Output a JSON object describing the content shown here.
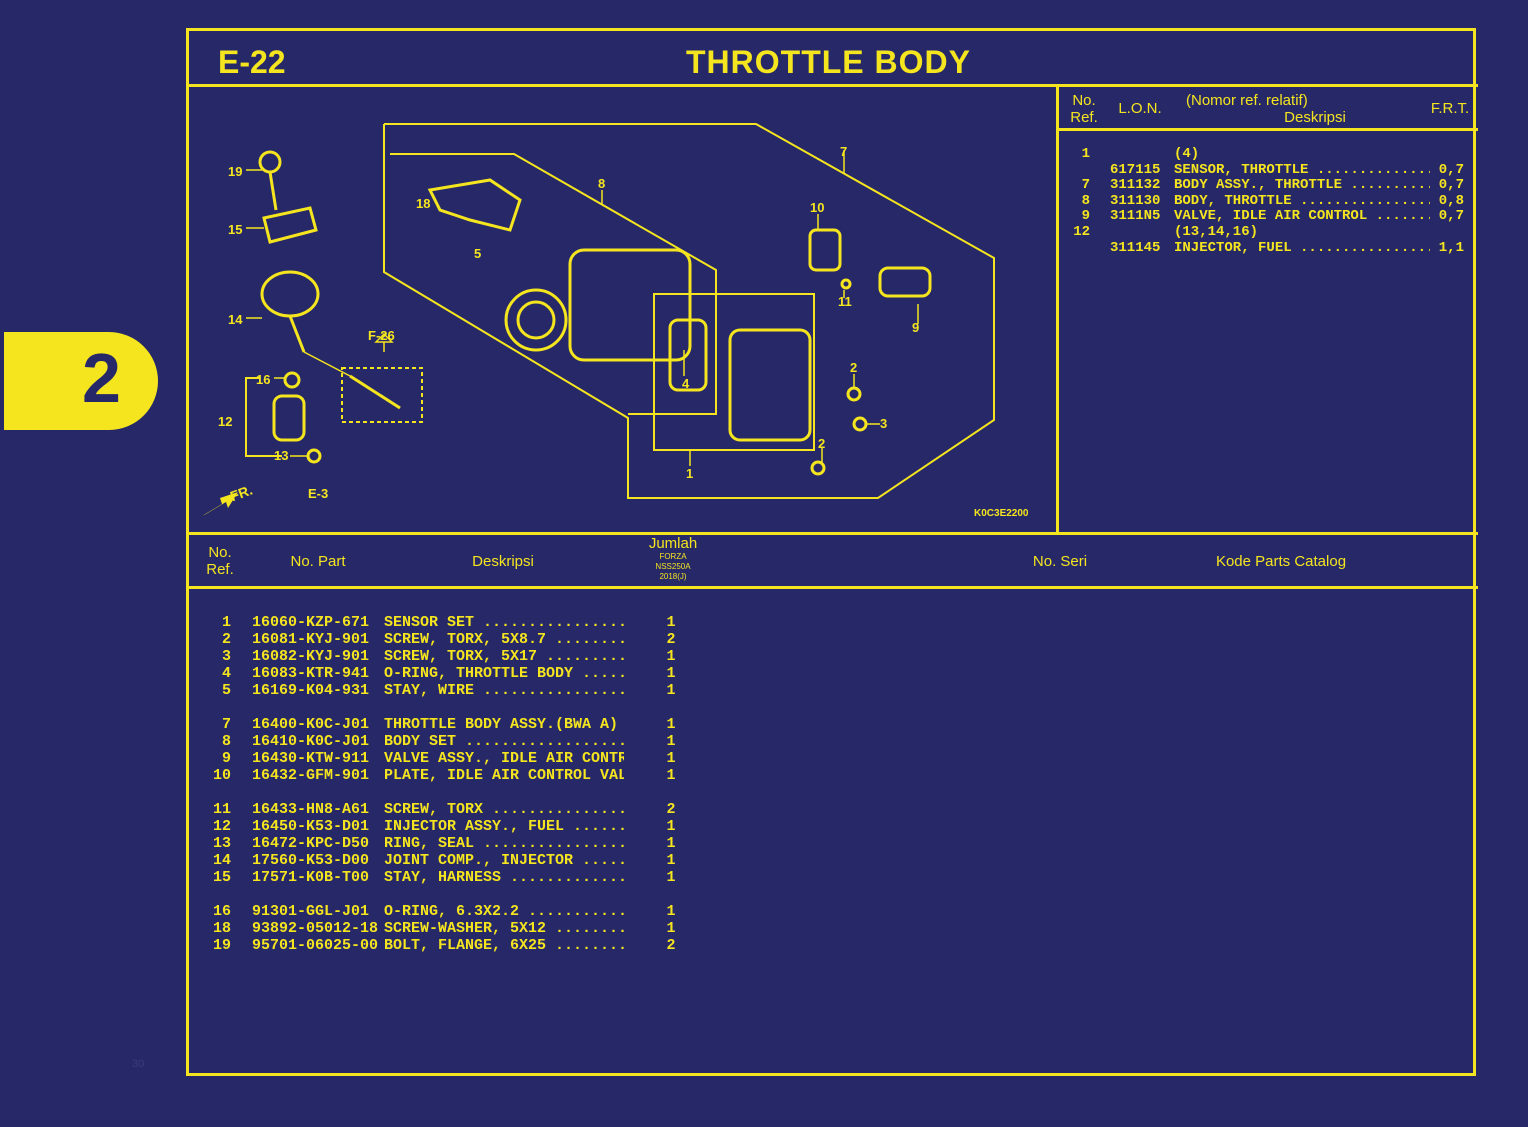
{
  "section_tab": "2",
  "sheet": {
    "code": "E-22",
    "title": "THROTTLE BODY"
  },
  "lon_header": {
    "ref": [
      "No.",
      "Ref."
    ],
    "lon": "L.O.N.",
    "desc": [
      "(Nomor ref. relatif)",
      "Deskripsi"
    ],
    "frt": "F.R.T."
  },
  "lon_rows": [
    {
      "ref": "1",
      "lon": "",
      "desc": "(4)",
      "frt": ""
    },
    {
      "ref": "",
      "lon": "617115",
      "desc": "SENSOR, THROTTLE ..................",
      "frt": "0,7"
    },
    {
      "ref": "7",
      "lon": "311132",
      "desc": "BODY ASSY., THROTTLE ..............",
      "frt": "0,7"
    },
    {
      "ref": "8",
      "lon": "311130",
      "desc": "BODY, THROTTLE ....................",
      "frt": "0,8"
    },
    {
      "ref": "9",
      "lon": "3111N5",
      "desc": "VALVE, IDLE AIR CONTROL ...........",
      "frt": "0,7"
    },
    {
      "ref": "12",
      "lon": "",
      "desc": "(13,14,16)",
      "frt": ""
    },
    {
      "ref": "",
      "lon": "311145",
      "desc": "INJECTOR, FUEL ....................",
      "frt": "1,1"
    }
  ],
  "diagram": {
    "code": "K0C3E2200",
    "front_label": "FR.",
    "ref_labels": [
      "19",
      "15",
      "14",
      "16",
      "12",
      "13",
      "E-3",
      "F-26",
      "18",
      "5",
      "8",
      "7",
      "10",
      "11",
      "9",
      "4",
      "2",
      "3",
      "2",
      "1"
    ]
  },
  "parts_header": {
    "ref": [
      "No.",
      "Ref."
    ],
    "part": "No. Part",
    "desc": "Deskripsi",
    "qty": "Jumlah",
    "model": [
      "FORZA",
      "NSS250A",
      "2018(J)"
    ],
    "serial": "No. Seri",
    "catalog": "Kode Parts Catalog"
  },
  "parts": [
    {
      "ref": "1",
      "part": "16060-KZP-671",
      "desc": "SENSOR SET ...................",
      "qty": "1"
    },
    {
      "ref": "2",
      "part": "16081-KYJ-901",
      "desc": "SCREW, TORX, 5X8.7 ...........",
      "qty": "2"
    },
    {
      "ref": "3",
      "part": "16082-KYJ-901",
      "desc": "SCREW, TORX, 5X17 ............",
      "qty": "1"
    },
    {
      "ref": "4",
      "part": "16083-KTR-941",
      "desc": "O-RING, THROTTLE BODY ........",
      "qty": "1"
    },
    {
      "ref": "5",
      "part": "16169-K04-931",
      "desc": "STAY, WIRE ...................",
      "qty": "1"
    },
    {
      "ref": "7",
      "part": "16400-K0C-J01",
      "desc": "THROTTLE BODY ASSY.(BWA A) ..",
      "qty": "1"
    },
    {
      "ref": "8",
      "part": "16410-K0C-J01",
      "desc": "BODY SET .....................",
      "qty": "1"
    },
    {
      "ref": "9",
      "part": "16430-KTW-911",
      "desc": "VALVE ASSY., IDLE AIR CONTROL .",
      "qty": "1"
    },
    {
      "ref": "10",
      "part": "16432-GFM-901",
      "desc": "PLATE, IDLE AIR CONTROL VALVE .",
      "qty": "1"
    },
    {
      "ref": "11",
      "part": "16433-HN8-A61",
      "desc": "SCREW, TORX .................",
      "qty": "2"
    },
    {
      "ref": "12",
      "part": "16450-K53-D01",
      "desc": "INJECTOR ASSY., FUEL .........",
      "qty": "1"
    },
    {
      "ref": "13",
      "part": "16472-KPC-D50",
      "desc": "RING, SEAL ...................",
      "qty": "1"
    },
    {
      "ref": "14",
      "part": "17560-K53-D00",
      "desc": "JOINT COMP., INJECTOR ........",
      "qty": "1"
    },
    {
      "ref": "15",
      "part": "17571-K0B-T00",
      "desc": "STAY, HARNESS ................",
      "qty": "1"
    },
    {
      "ref": "16",
      "part": "91301-GGL-J01",
      "desc": "O-RING, 6.3X2.2 ..............",
      "qty": "1"
    },
    {
      "ref": "18",
      "part": "93892-05012-18",
      "desc": "SCREW-WASHER, 5X12 ...........",
      "qty": "1"
    },
    {
      "ref": "19",
      "part": "95701-06025-00",
      "desc": "BOLT, FLANGE, 6X25 ...........",
      "qty": "2"
    }
  ],
  "page_number": "30",
  "colors": {
    "background": "#262868",
    "ink": "#f5e51f"
  }
}
